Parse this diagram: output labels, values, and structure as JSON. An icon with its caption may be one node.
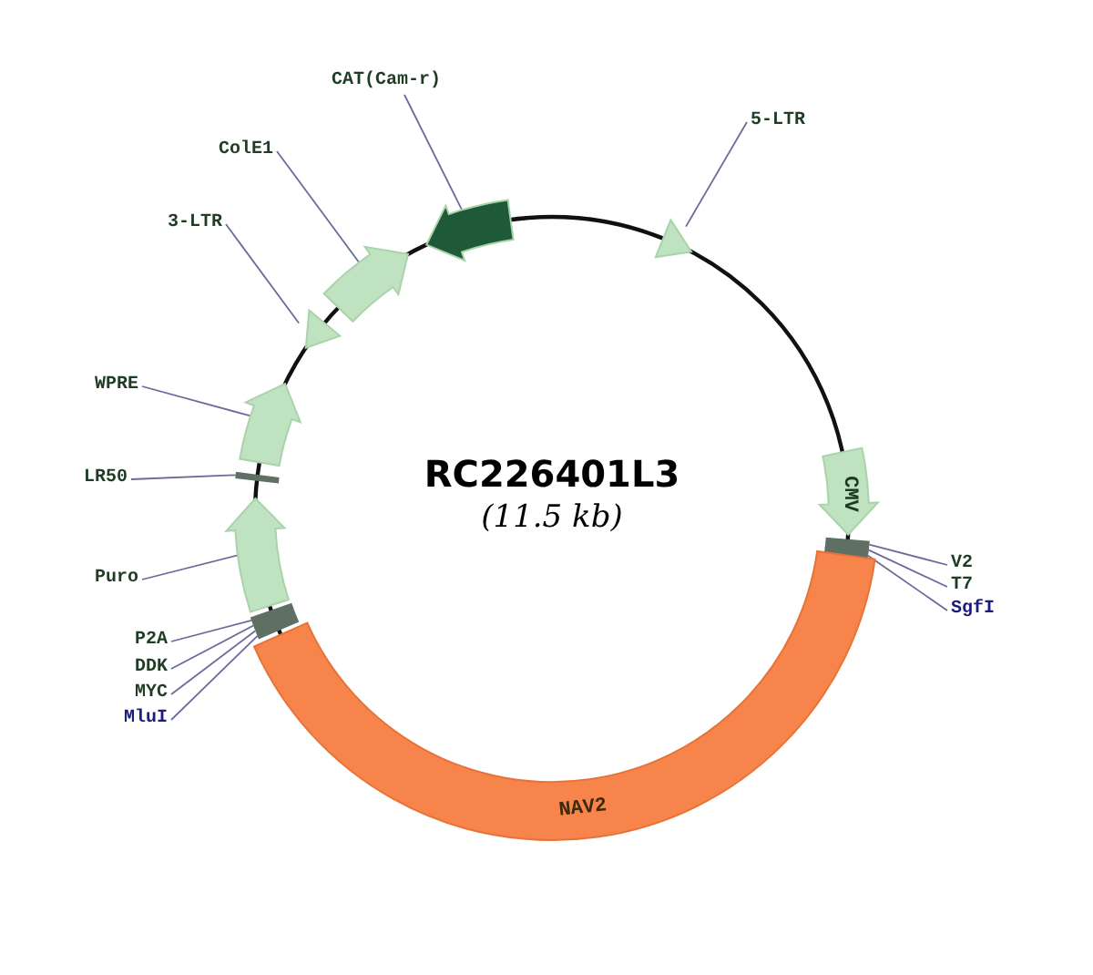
{
  "diagram": {
    "title": "RC226401L3",
    "caption": "(11.5 kb)",
    "nodes": [
      {
        "text": [
          "CAT(Cam-r)"
        ]
      },
      {
        "text": [],
        "shape": "arrow"
      },
      {
        "text": [
          "ColE1"
        ]
      },
      {
        "text": [],
        "shape": "arrow"
      },
      {
        "text": [
          "3-LTR"
        ]
      },
      {
        "text": [],
        "shape": "triangle"
      },
      {
        "text": [
          "5-LTR"
        ]
      },
      {
        "text": [],
        "shape": "triangle"
      },
      {
        "text": [
          "WPRE"
        ]
      },
      {
        "text": [],
        "shape": "arrow"
      },
      {
        "text": [
          "LR50"
        ]
      },
      {
        "text": [],
        "shape": "bar"
      },
      {
        "text": [
          "Puro"
        ]
      },
      {
        "text": [],
        "shape": "arrow"
      },
      {
        "text": [
          "P2A"
        ]
      },
      {
        "text": [],
        "shape": "bar"
      },
      {
        "text": [
          "DDK"
        ]
      },
      {
        "text": [],
        "shape": "bar"
      },
      {
        "text": [
          "MYC"
        ]
      },
      {
        "text": [],
        "shape": "bar"
      },
      {
        "text": [
          "MluI"
        ]
      },
      {
        "text": [],
        "shape": "bar"
      },
      {
        "text": [
          "CMV"
        ]
      },
      {
        "text": [
          "V2"
        ]
      },
      {
        "text": [],
        "shape": "bar"
      },
      {
        "text": [
          "T7"
        ]
      },
      {
        "text": [],
        "shape": "bar"
      },
      {
        "text": [
          "SgfI"
        ]
      },
      {
        "text": [],
        "shape": "bar"
      },
      {
        "text": [
          "NAV2"
        ]
      }
    ],
    "edges": [
      {
        "from": 0,
        "to": 1,
        "arrow": "none"
      },
      {
        "from": 2,
        "to": 3,
        "arrow": "none"
      },
      {
        "from": 4,
        "to": 5,
        "arrow": "none"
      },
      {
        "from": 6,
        "to": 7,
        "arrow": "none"
      },
      {
        "from": 8,
        "to": 9,
        "arrow": "none"
      },
      {
        "from": 10,
        "to": 11,
        "arrow": "none"
      },
      {
        "from": 12,
        "to": 13,
        "arrow": "none"
      },
      {
        "from": 14,
        "to": 15,
        "arrow": "none"
      },
      {
        "from": 16,
        "to": 17,
        "arrow": "none"
      },
      {
        "from": 18,
        "to": 19,
        "arrow": "none"
      },
      {
        "from": 20,
        "to": 21,
        "arrow": "none"
      },
      {
        "from": 23,
        "to": 24,
        "arrow": "none"
      },
      {
        "from": 25,
        "to": 26,
        "arrow": "none"
      },
      {
        "from": 27,
        "to": 28,
        "arrow": "none"
      }
    ]
  }
}
